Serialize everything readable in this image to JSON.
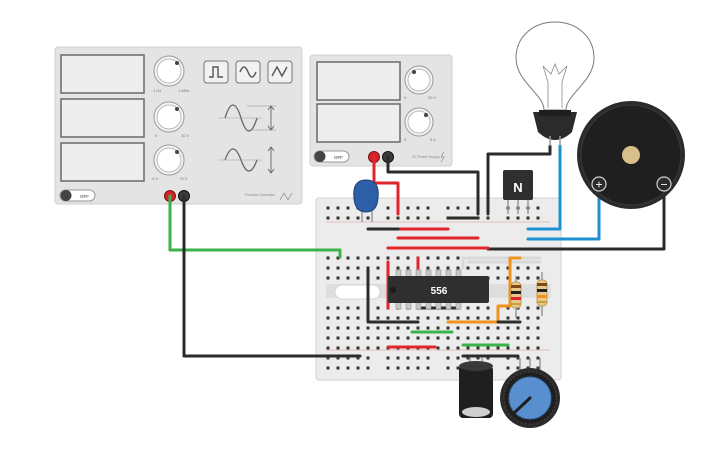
{
  "function_generator": {
    "off_label": "OFF",
    "knob_labels": [
      "1 Hz",
      "1 MHz",
      "0",
      "10 V",
      "-5 V",
      "+5 V"
    ],
    "brand": "Function Generator"
  },
  "power_supply": {
    "off_label": "OFF",
    "knob_labels": [
      "0",
      "30 V",
      "0",
      "5 A"
    ],
    "brand": "DC Power Supply"
  },
  "ic": {
    "label": "556"
  },
  "transistor": {
    "label": "N"
  },
  "buzzer": {
    "plus_label": "+",
    "minus_label": "−"
  },
  "colors": {
    "wire_red": "#e0252b",
    "wire_black": "#2b2b2b",
    "wire_green": "#3cb34a",
    "wire_blue": "#1e8fd2",
    "wire_orange": "#f0931e",
    "breadboard": "#ececec",
    "instrument": "#e4e4e4",
    "capacitor": "#2d5fa8",
    "pot": "#5a8fcf"
  }
}
